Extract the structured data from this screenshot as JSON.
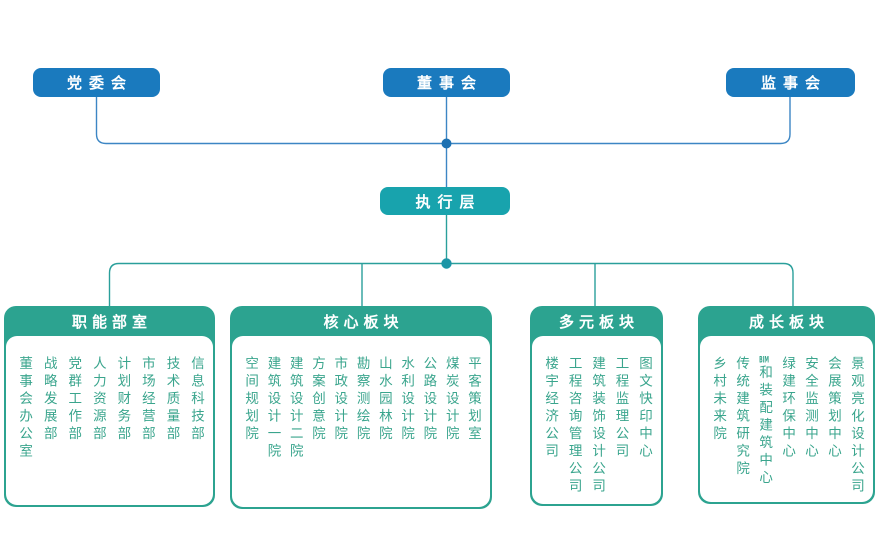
{
  "colors": {
    "node_blue": "#1a7abe",
    "exec_teal": "#18a3ad",
    "section_teal": "#2ca390",
    "line_blue": "#3c86c4",
    "dot_blue": "#1d71b2",
    "line_teal": "#2a9f9b",
    "dot_teal": "#1c95a6",
    "item_text": "#3aa58d"
  },
  "top_nodes": [
    {
      "label": "党委会"
    },
    {
      "label": "董事会"
    },
    {
      "label": "监事会"
    }
  ],
  "executive": {
    "label": "执行层"
  },
  "sections": [
    {
      "title": "职能部室",
      "items": [
        "董事会办公室",
        "战略发展部",
        "党群工作部",
        "人力资源部",
        "计划财务部",
        "市场经营部",
        "技术质量部",
        "信息科技部"
      ]
    },
    {
      "title": "核心板块",
      "items": [
        "空间规划院",
        "建筑设计一院",
        "建筑设计二院",
        "方案创意院",
        "市政设计院",
        "勘察测绘院",
        "山水园林院",
        "水利设计院",
        "公路设计院",
        "煤炭设计院",
        "平客策划室"
      ]
    },
    {
      "title": "多元板块",
      "items": [
        "楼宇经济公司",
        "工程咨询管理公司",
        "建筑装饰设计公司",
        "工程监理公司",
        "图文快印中心"
      ]
    },
    {
      "title": "成长板块",
      "items": [
        "乡村未来院",
        "传统建筑研究院",
        "BIM和装配建筑中心",
        "绿建环保中心",
        "安全监测中心",
        "会展策划中心",
        "景观亮化设计公司"
      ]
    }
  ]
}
